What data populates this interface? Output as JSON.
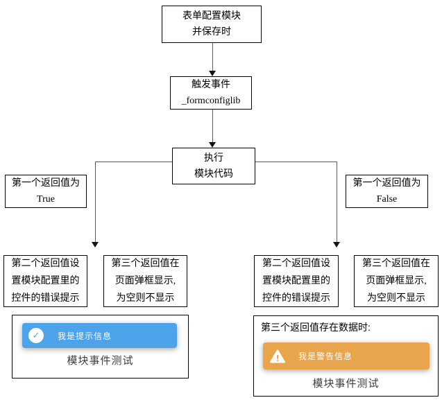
{
  "colors": {
    "info_toast": "#4da3e9",
    "warning_toast": "#e8a54b",
    "line": "#595959",
    "box_border": "#000000"
  },
  "flow": {
    "start": "表单配置模块\n并保存时",
    "trigger": "触发事件\n_formconfiglib",
    "execute": "执行\n模块代码",
    "cond_true": "第一个返回值为\nTrue",
    "cond_false": "第一个返回值为\nFalse",
    "left_result_1": "第二个返回值设\n置模块配置里的\n控件的错误提示",
    "left_result_2": "第三个返回值在\n页面弹框显示,\n为空则不显示",
    "right_result_1": "第二个返回值设\n置模块配置里的\n控件的错误提示",
    "right_result_2": "第三个返回值在\n页面弹框显示,\n为空则不显示"
  },
  "left_panel": {
    "toast_icon": "check-circle-icon",
    "toast_check_glyph": "✓",
    "toast_message": "我是提示信息",
    "caption": "模块事件测试"
  },
  "right_panel": {
    "title": "第三个返回值存在数据时:",
    "toast_icon": "warning-triangle-icon",
    "toast_message": "我是警告信息",
    "caption": "模块事件测试"
  }
}
